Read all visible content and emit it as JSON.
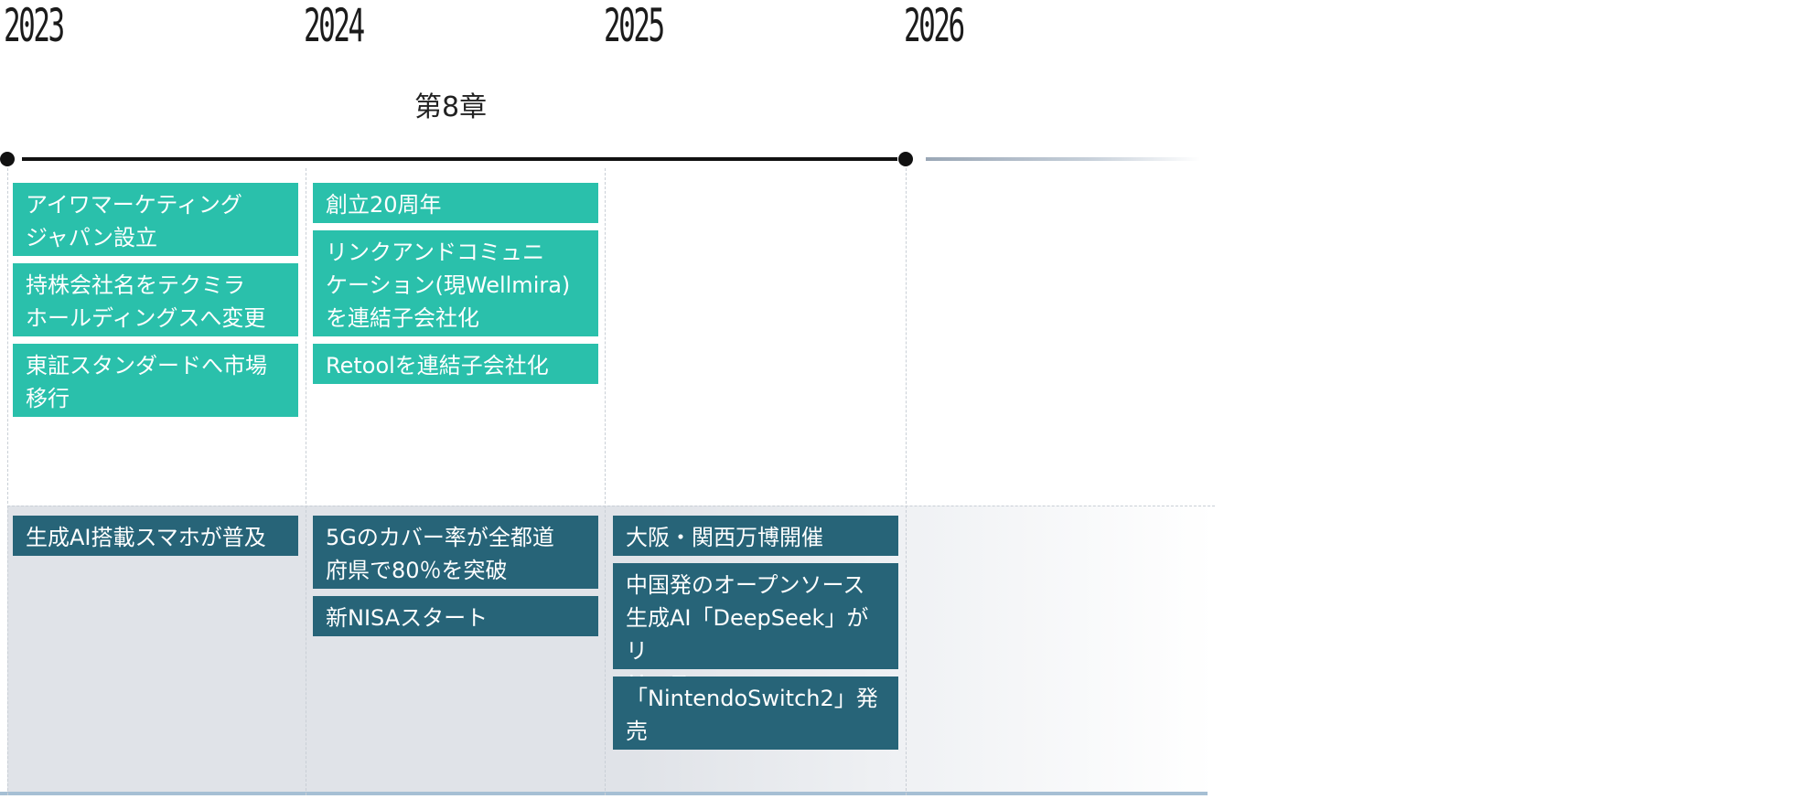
{
  "timeline": {
    "years": [
      "2023",
      "2024",
      "2025",
      "2026"
    ],
    "chapter_label": "第8章",
    "company_events": {
      "2023": [
        "アイワマーケティング\nジャパン設立",
        "持株会社名をテクミラ\nホールディングスへ変更",
        "東証スタンダードへ市場\n移行"
      ],
      "2024": [
        "創立20周年",
        "リンクアンドコミュニ\nケーション(現Wellmira)\nを連結子会社化",
        "Retoolを連結子会社化"
      ]
    },
    "world_events": {
      "2023": [
        "生成AI搭載スマホが普及"
      ],
      "2024": [
        "5Gのカバー率が全都道\n府県で80％を突破",
        "新NISAスタート"
      ],
      "2025": [
        "大阪・関西万博開催",
        "中国発のオープンソース\n生成AI「DeepSeek」がリ\nリース",
        "「NintendoSwitch2」発\n売"
      ]
    }
  },
  "colors": {
    "company_card": "#2ac0ab",
    "world_card": "#276478",
    "world_band": "#e0e3e8",
    "axis_line": "#111111"
  }
}
